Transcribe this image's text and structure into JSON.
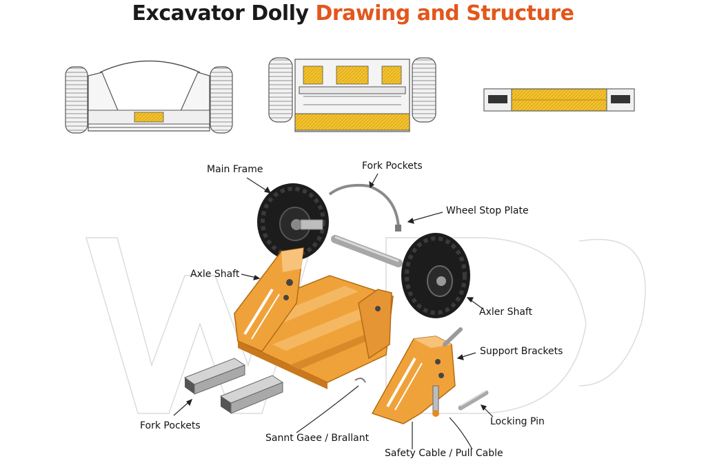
{
  "title": {
    "part1": "Excavator Dolly",
    "part2": "Drawing and Structure"
  },
  "callouts": {
    "main_frame": "Main Frame",
    "fork_pockets_top": "Fork Pockets",
    "wheel_stop_plate": "Wheel Stop Plate",
    "axle_shaft": "Axle Shaft",
    "axler_shaft": "Axler Shaft",
    "support_brackets": "Support Brackets",
    "locking_pin": "Locking Pin",
    "fork_pockets_bottom": "Fork Pockets",
    "sannt_gaee": "Sannt Gaee / Brallant",
    "safety_cable": "Safety  Cable / Pull Cable"
  },
  "colors": {
    "frame_orange": "#f0a23a",
    "frame_shadow": "#c9781d",
    "accent_title": "#e2571b",
    "sketch_yellow": "#f2c230",
    "tire_black": "#1c1c1c",
    "steel_gray": "#9a9a9a"
  }
}
